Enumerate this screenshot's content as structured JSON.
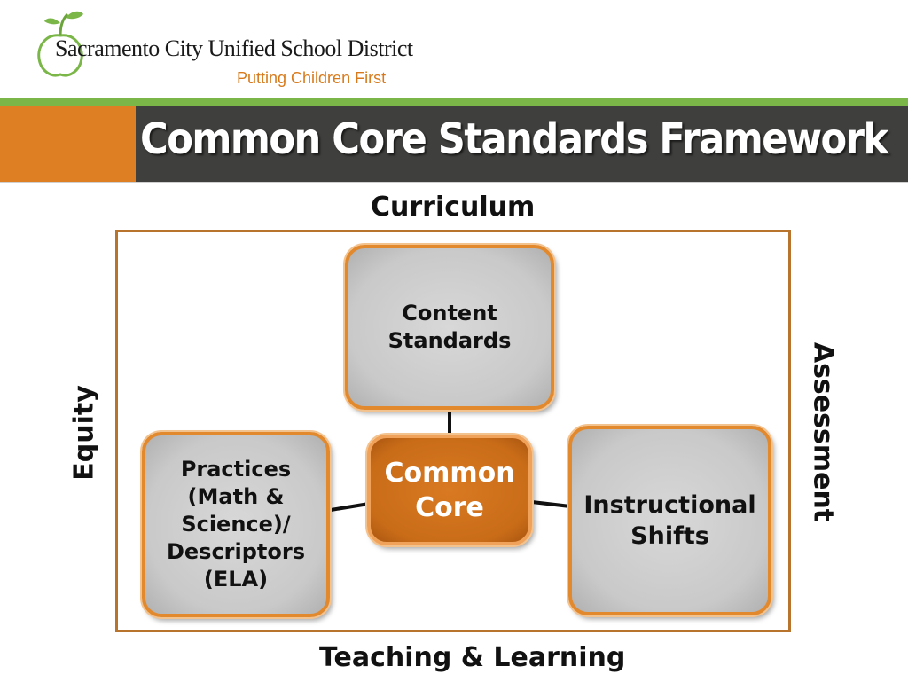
{
  "header": {
    "district_name": "Sacramento City Unified School District",
    "tagline": "Putting Children First",
    "logo_icon": "apple-sprout-logo"
  },
  "slide": {
    "title": "Common Core Standards Framework"
  },
  "diagram": {
    "top_label": "Curriculum",
    "bottom_label": "Teaching & Learning",
    "left_label": "Equity",
    "right_label": "Assessment",
    "nodes": {
      "center": "Common\nCore",
      "top": "Content\nStandards",
      "left": "Practices\n(Math &\nScience)/\nDescriptors\n(ELA)",
      "right": "Instructional\nShifts"
    }
  },
  "colors": {
    "accent_orange": "#de7f23",
    "accent_green": "#7ab648",
    "frame_brown": "#b8742d",
    "chalkboard": "#3f3f3d"
  }
}
